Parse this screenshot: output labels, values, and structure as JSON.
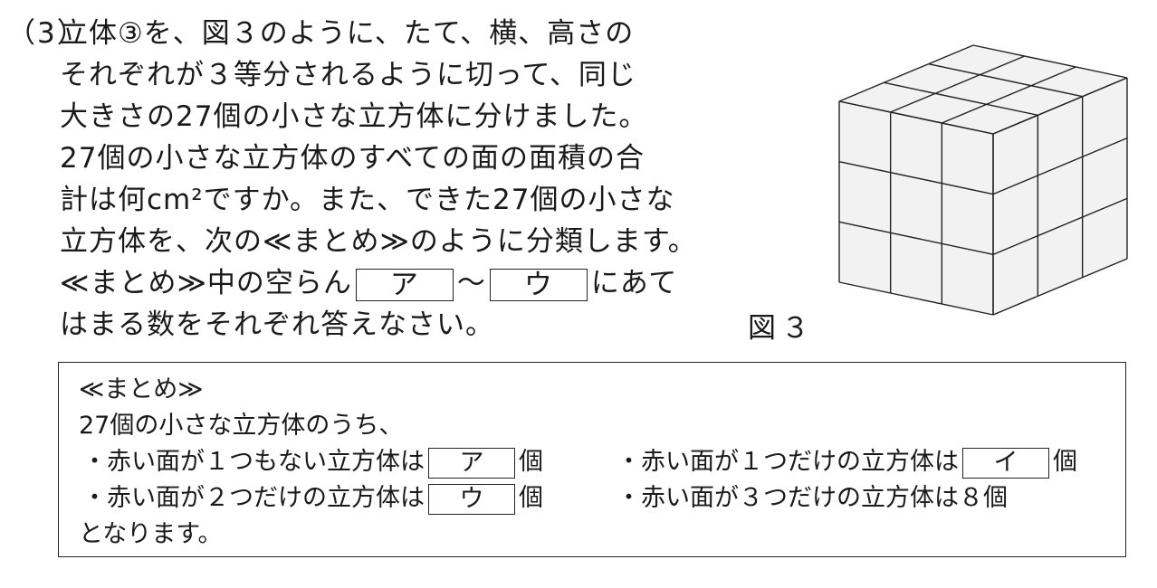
{
  "question": {
    "number": "（3）",
    "lines": [
      "立体③を、図３のように、たて、横、高さの",
      "それぞれが３等分されるように切って、同じ",
      "大きさの27個の小さな立方体に分けました。",
      "27個の小さな立方体のすべての面の面積の合",
      "計は何cm²ですか。また、できた27個の小さな",
      "立方体を、次の≪まとめ≫のように分類します。"
    ],
    "line7_start": "≪まとめ≫中の空らん",
    "blank_a": "ア",
    "tilde": "～",
    "blank_u": "ウ",
    "line7_end": "にあて",
    "line8": "はまる数をそれぞれ答えなさい。"
  },
  "figure": {
    "label": "図３",
    "divisions": 3
  },
  "summary": {
    "title": "≪まとめ≫",
    "intro": "27個の小さな立方体のうち、",
    "item1_text": "・赤い面が１つもない立方体は",
    "item1_blank": "ア",
    "item2_text": "・赤い面が１つだけの立方体は",
    "item2_blank": "イ",
    "item3_text": "・赤い面が２つだけの立方体は",
    "item3_blank": "ウ",
    "item4_text": "・赤い面が３つだけの立方体は８個",
    "unit": "個",
    "closing": "となります。"
  }
}
